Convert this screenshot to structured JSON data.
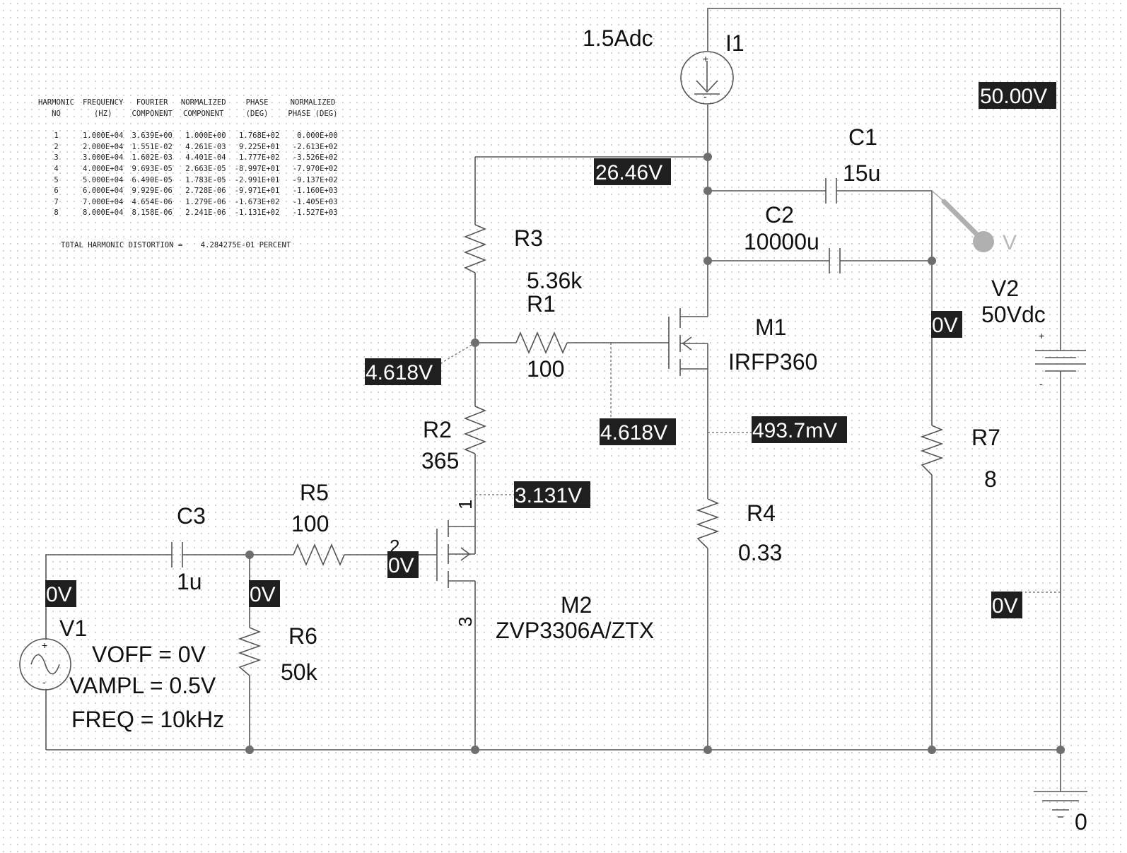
{
  "fourier": {
    "headers": [
      [
        "HARMONIC",
        "NO"
      ],
      [
        "FREQUENCY",
        "(HZ)"
      ],
      [
        "FOURIER",
        "COMPONENT"
      ],
      [
        "NORMALIZED",
        "COMPONENT"
      ],
      [
        "PHASE",
        "(DEG)"
      ],
      [
        "NORMALIZED",
        "PHASE (DEG)"
      ]
    ],
    "rows": [
      [
        "1",
        "1.000E+04",
        "3.639E+00",
        "1.000E+00",
        "1.768E+02",
        "0.000E+00"
      ],
      [
        "2",
        "2.000E+04",
        "1.551E-02",
        "4.261E-03",
        "9.225E+01",
        "-2.613E+02"
      ],
      [
        "3",
        "3.000E+04",
        "1.602E-03",
        "4.401E-04",
        "1.777E+02",
        "-3.526E+02"
      ],
      [
        "4",
        "4.000E+04",
        "9.693E-05",
        "2.663E-05",
        "-8.997E+01",
        "-7.970E+02"
      ],
      [
        "5",
        "5.000E+04",
        "6.490E-05",
        "1.783E-05",
        "-2.991E+01",
        "-9.137E+02"
      ],
      [
        "6",
        "6.000E+04",
        "9.929E-06",
        "2.728E-06",
        "-9.971E+01",
        "-1.160E+03"
      ],
      [
        "7",
        "7.000E+04",
        "4.654E-06",
        "1.279E-06",
        "-1.673E+02",
        "-1.405E+03"
      ],
      [
        "8",
        "8.000E+04",
        "8.158E-06",
        "2.241E-06",
        "-1.131E+02",
        "-1.527E+03"
      ]
    ],
    "thd_label": "TOTAL HARMONIC DISTORTION =",
    "thd_value": "4.284275E-01 PERCENT"
  },
  "components": {
    "i1": {
      "name": "I1",
      "value": "1.5Adc"
    },
    "c1": {
      "name": "C1",
      "value": "15u"
    },
    "c2": {
      "name": "C2",
      "value": "10000u"
    },
    "r3": {
      "name": "R3",
      "value": "5.36k"
    },
    "r1": {
      "name": "R1",
      "value": "100"
    },
    "m1": {
      "name": "M1",
      "value": "IRFP360"
    },
    "v2": {
      "name": "V2",
      "value": "50Vdc"
    },
    "r2": {
      "name": "R2",
      "value": "365"
    },
    "r7": {
      "name": "R7",
      "value": "8"
    },
    "r5": {
      "name": "R5",
      "value": "100"
    },
    "c3": {
      "name": "C3",
      "value": "1u"
    },
    "r4": {
      "name": "R4",
      "value": "0.33"
    },
    "m2": {
      "name": "M2",
      "value": "ZVP3306A/ZTX",
      "pins": [
        "1",
        "2",
        "3"
      ]
    },
    "r6": {
      "name": "R6",
      "value": "50k"
    },
    "v1": {
      "name": "V1",
      "voff": "VOFF = 0V",
      "vampl": "VAMPL = 0.5V",
      "freq": "FREQ = 10kHz"
    },
    "ground": {
      "name": "0"
    }
  },
  "voltages": {
    "supply": "50.00V",
    "drain_m1": "26.46V",
    "output": "0V",
    "r2_top": "4.618V",
    "m1_gate": "4.618V",
    "m1_source": "493.7mV",
    "m2_drain": "3.131V",
    "m2_gate": "0V",
    "v1_node": "0V",
    "r6_node": "0V",
    "v2_minus": "0V"
  },
  "probe": {
    "label": "V"
  }
}
